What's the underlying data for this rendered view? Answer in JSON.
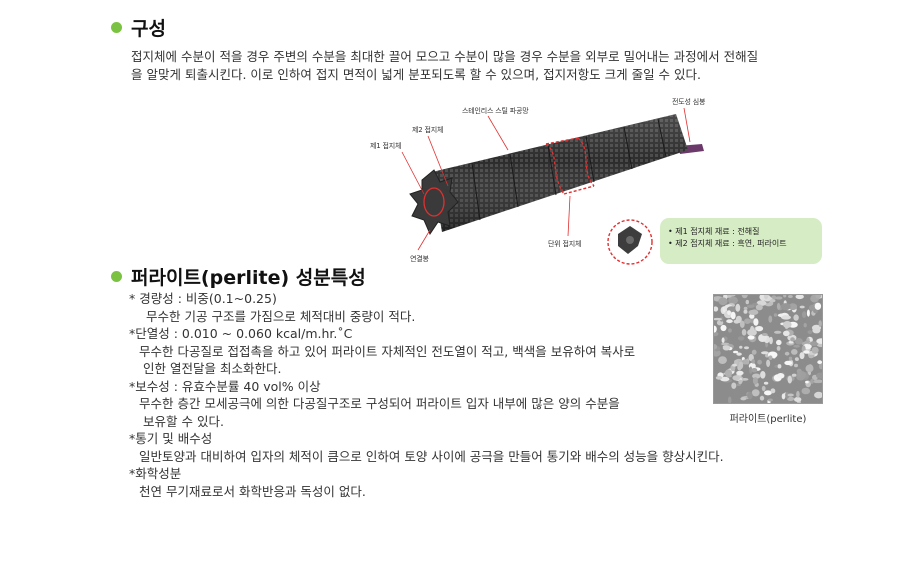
{
  "section1": {
    "title": "구성",
    "paragraph_lines": [
      "접지체에 수분이 적을 경우 주변의 수분을 최대한 끌어 모으고 수분이 많을 경우 수분을 외부로 밀어내는 과정에서 전해질",
      "을 알맞게 퇴출시킨다. 이로 인하여 접지 면적이 넓게 분포되도록 할 수 있으며, 접지저항도 크게 줄일 수 있다."
    ]
  },
  "diagram": {
    "labels": {
      "conductor": "전도성 심봉",
      "stainless": "스테인리스 스틸 파공망",
      "second": "제2 접지체",
      "first": "제1 접지체",
      "unit": "단위 접지체",
      "connector": "연결봉"
    },
    "info_lines": [
      "• 제1 접지체 재료 :  전해질",
      "• 제2 접지체 재료 :  흑연, 퍼라이트"
    ]
  },
  "section2": {
    "title": "퍼라이트(perlite) 성분특성",
    "lines": [
      "* 경량성 : 비중(0.1~0.25)",
      "무수한 기공 구조를 가짐으로 체적대비 중량이 적다.",
      "*단열성 : 0.010 ~ 0.060 kcal/m.hr.˚C",
      "무수한 다공질로 접접촉을 하고 있어 퍼라이트 자체적인 전도열이 적고, 백색을 보유하여 복사로",
      "인한 열전달을 최소화한다.",
      "*보수성 : 유효수분률 40 vol% 이상",
      "무수한 층간 모세공극에 의한 다공질구조로 구성되어 퍼라이트 입자 내부에 많은 양의 수분을",
      "보유할 수 있다.",
      "*통기 및 배수성",
      "일반토양과 대비하여 입자의 체적이 큼으로 인하여 토양 사이에 공극을 만들어 통기와 배수의 성능을 향상시킨다.",
      "*화학성분",
      "천연 무기재료로서 화학반응과 독성이 없다."
    ],
    "photo_caption": "퍼라이트(perlite)"
  },
  "colors": {
    "bullet": "#7cc242",
    "info_box": "#d6ecc4",
    "highlight_dash": "#e03030",
    "rod": "#6b3a6b"
  }
}
